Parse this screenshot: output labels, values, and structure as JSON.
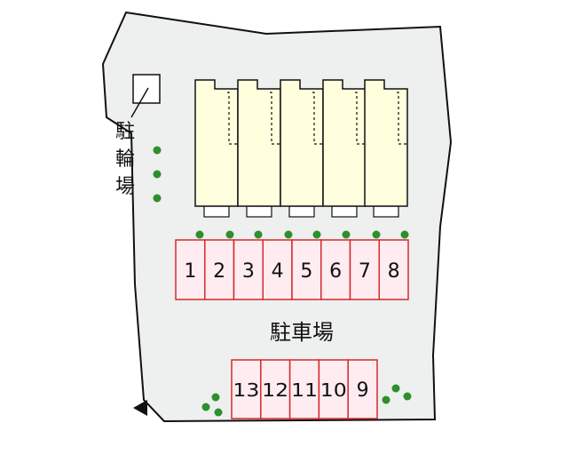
{
  "labels": {
    "bicycle_parking": "駐輪場",
    "bicycle_parking_chars": [
      "駐",
      "輪",
      "場"
    ],
    "parking": "駐車場"
  },
  "parking_top": {
    "numbers": [
      "1",
      "2",
      "3",
      "4",
      "5",
      "6",
      "7",
      "8"
    ]
  },
  "parking_bottom": {
    "numbers": [
      "13",
      "12",
      "11",
      "10",
      "9"
    ]
  },
  "colors": {
    "ground": "#eeefef",
    "outline": "#111111",
    "building_fill": "#ffffdd",
    "parking_fill": "#ffecf0",
    "parking_stroke": "#d22b2b",
    "tree": "#2d8f2d"
  },
  "icons": {
    "tree": "green-dot",
    "entrance": "triangle-arrow",
    "bike_shed": "square-outline"
  }
}
